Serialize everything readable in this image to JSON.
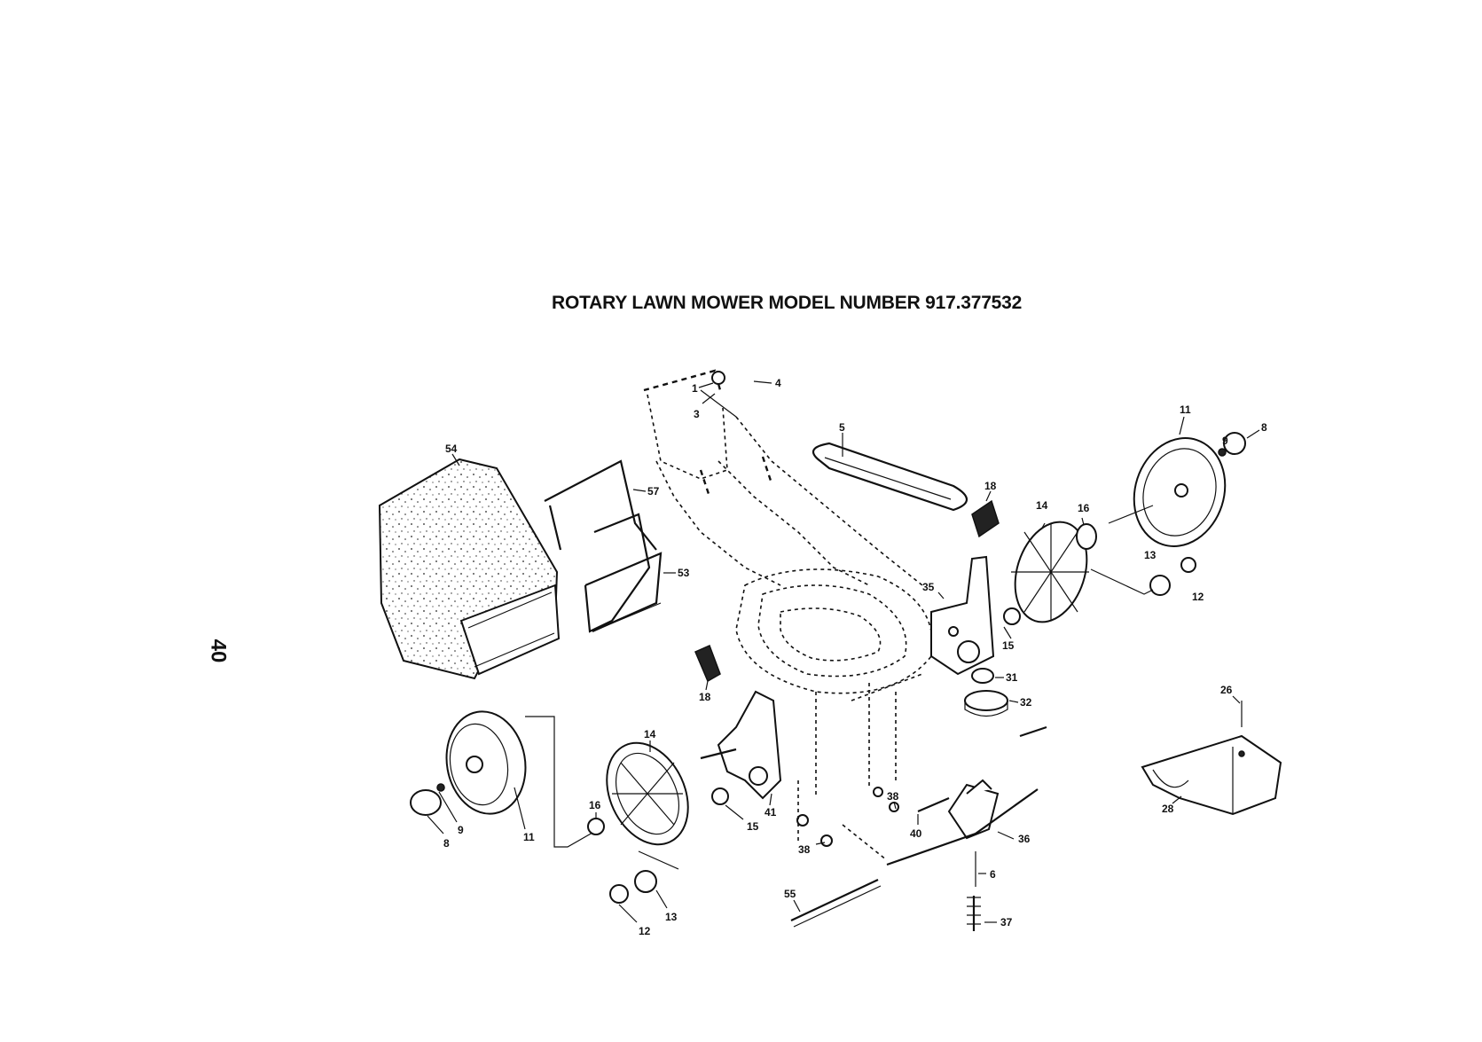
{
  "title": "ROTARY LAWN MOWER MODEL NUMBER 917.377532",
  "page_number": "40",
  "callouts": {
    "c1": "1",
    "c3": "3",
    "c4": "4",
    "c5": "5",
    "c54": "54",
    "c57": "57",
    "c53": "53",
    "c18a": "18",
    "c14a": "14",
    "c16a": "16",
    "c11a": "11",
    "c9a": "9",
    "c8a": "8",
    "c13a": "13",
    "c12a": "12",
    "c35": "35",
    "c15a": "15",
    "c31": "31",
    "c32": "32",
    "c26": "26",
    "c28": "28",
    "c18b": "18",
    "c14b": "14",
    "c16b": "16",
    "c15b": "15",
    "c41": "41",
    "c11b": "11",
    "c9b": "9",
    "c8b": "8",
    "c13b": "13",
    "c12b": "12",
    "c38a": "38",
    "c38b": "38",
    "c40": "40",
    "c36": "36",
    "c6": "6",
    "c37": "37",
    "c55": "55"
  }
}
